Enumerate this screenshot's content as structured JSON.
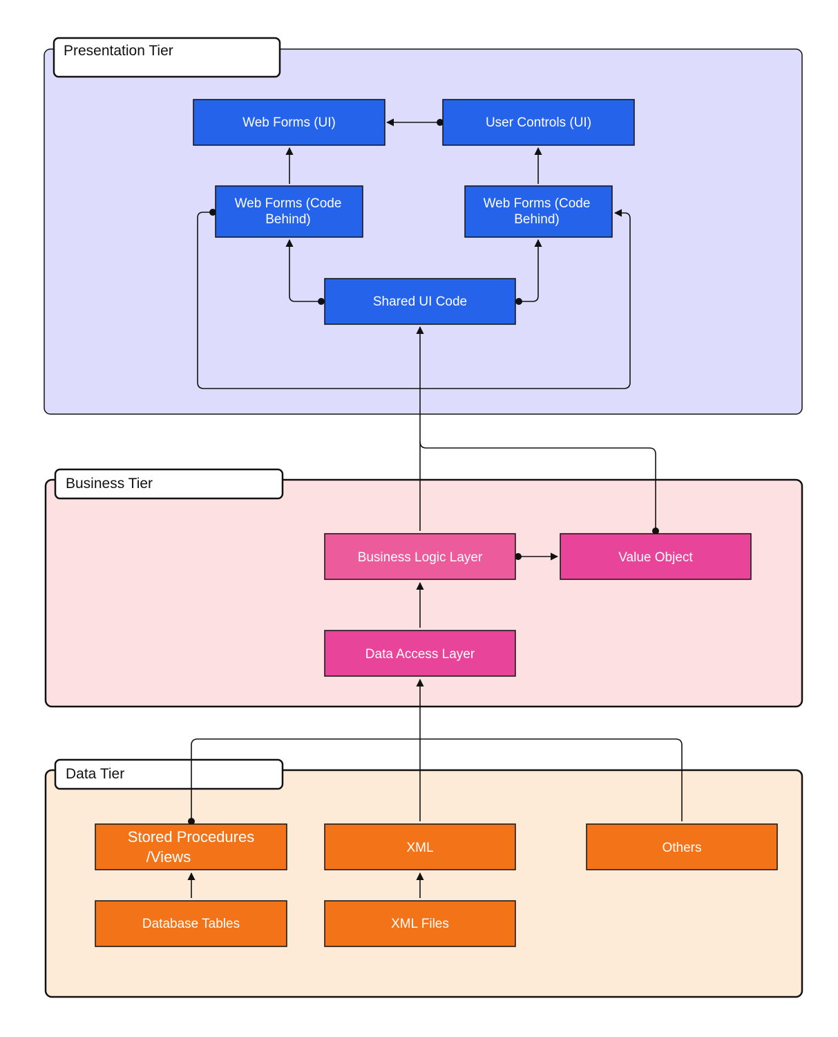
{
  "tiers": {
    "presentation": {
      "title": "Presentation Tier"
    },
    "business": {
      "title": "Business Tier"
    },
    "data": {
      "title": "Data Tier"
    }
  },
  "nodes": {
    "web_forms_ui": {
      "label": "Web Forms (UI)"
    },
    "user_controls_ui": {
      "label": "User Controls (UI)"
    },
    "web_forms_cb_left": {
      "line1": "Web Forms (Code",
      "line2": "Behind)"
    },
    "web_forms_cb_right": {
      "line1": "Web Forms (Code",
      "line2": "Behind)"
    },
    "shared_ui_code": {
      "label": "Shared UI Code"
    },
    "business_logic_layer": {
      "label": "Business Logic Layer"
    },
    "value_object": {
      "label": "Value Object"
    },
    "data_access_layer": {
      "label": "Data Access Layer"
    },
    "stored_procedures": {
      "line1": "Stored Procedures",
      "line2": "/Views"
    },
    "xml": {
      "label": "XML"
    },
    "others": {
      "label": "Others"
    },
    "database_tables": {
      "label": "Database Tables"
    },
    "xml_files": {
      "label": "XML Files"
    }
  },
  "colors": {
    "presentation_bg": "#dddcfc",
    "business_bg": "#fde0e2",
    "data_bg": "#fdebd8",
    "presentation_node": "#2563eb",
    "business_logic_node": "#ec5b9b",
    "business_node": "#e8449a",
    "data_node": "#f37319",
    "line": "#111111"
  }
}
